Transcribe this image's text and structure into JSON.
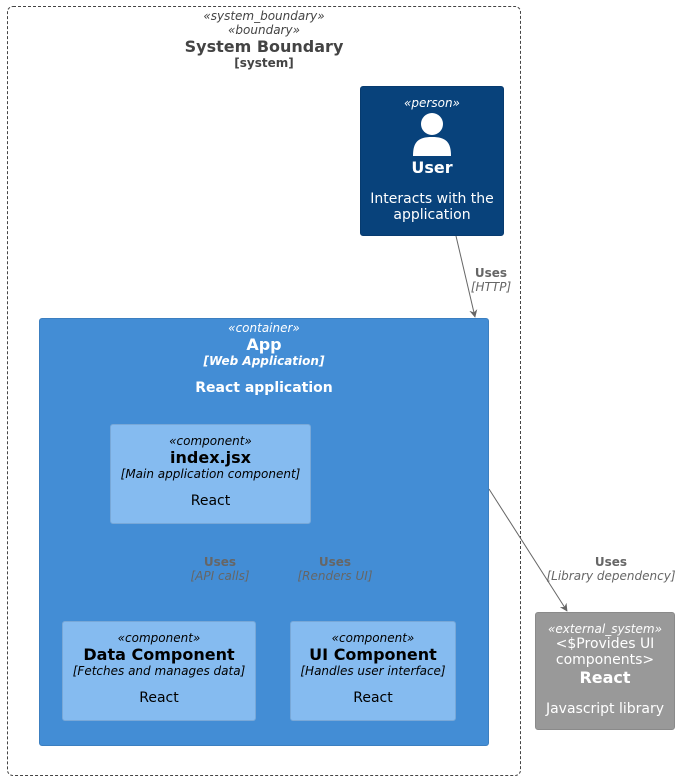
{
  "boundary": {
    "stereotype1": "«system_boundary»",
    "stereotype2": "«boundary»",
    "title": "System Boundary",
    "type": "[system]"
  },
  "person": {
    "stereotype": "«person»",
    "icon": "person-icon",
    "name": "User",
    "desc1": "Interacts with the",
    "desc2": "application"
  },
  "app": {
    "stereotype": "«container»",
    "name": "App",
    "tech": "[Web Application]",
    "desc": "React application"
  },
  "components": {
    "index": {
      "stereotype": "«component»",
      "name": "index.jsx",
      "tech": "[Main application component]",
      "desc": "React"
    },
    "data": {
      "stereotype": "«component»",
      "name": "Data Component",
      "tech": "[Fetches and manages data]",
      "desc": "React"
    },
    "ui": {
      "stereotype": "«component»",
      "name": "UI Component",
      "tech": "[Handles user interface]",
      "desc": "React"
    }
  },
  "external": {
    "stereotype": "«external_system»",
    "label1": "<$Provides UI",
    "label2": "components>",
    "name": "React",
    "desc": "Javascript library"
  },
  "edges": {
    "user_app": {
      "label": "Uses",
      "tech": "[HTTP]"
    },
    "index_data": {
      "label": "Uses",
      "tech": "[API calls]"
    },
    "index_ui": {
      "label": "Uses",
      "tech": "[Renders UI]"
    },
    "app_react": {
      "label": "Uses",
      "tech": "[Library dependency]"
    }
  },
  "colors": {
    "person": "#08427b",
    "container": "#438dd5",
    "component": "#85bbf0",
    "external": "#999999",
    "edge": "#666666"
  }
}
